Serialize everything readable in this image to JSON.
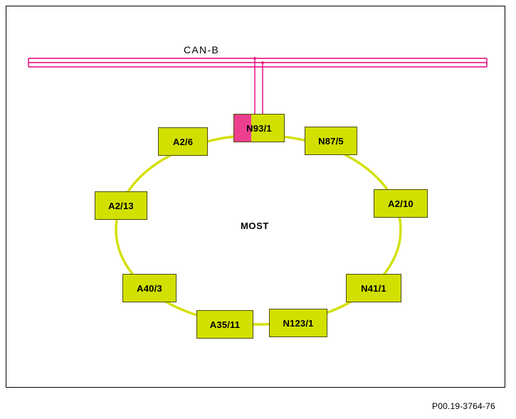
{
  "figure": {
    "code": "P00.19-3764-76",
    "bus_label": "CAN-B",
    "ring_label": "MOST"
  },
  "nodes": [
    {
      "id": "n93-1",
      "label": "N93/1",
      "type": "gateway"
    },
    {
      "id": "a2-6",
      "label": "A2/6",
      "type": "ring"
    },
    {
      "id": "n87-5",
      "label": "N87/5",
      "type": "ring"
    },
    {
      "id": "a2-13",
      "label": "A2/13",
      "type": "ring"
    },
    {
      "id": "a2-10",
      "label": "A2/10",
      "type": "ring"
    },
    {
      "id": "a40-3",
      "label": "A40/3",
      "type": "ring"
    },
    {
      "id": "n41-1",
      "label": "N41/1",
      "type": "ring"
    },
    {
      "id": "a35-11",
      "label": "A35/11",
      "type": "ring"
    },
    {
      "id": "n123-1",
      "label": "N123/1",
      "type": "ring"
    }
  ],
  "colors": {
    "ring": "#d2e000",
    "ring_border": "#4d4d00",
    "gateway_accent": "#ee3f8f",
    "bus_line": "#e2007a",
    "frame": "#000000"
  }
}
